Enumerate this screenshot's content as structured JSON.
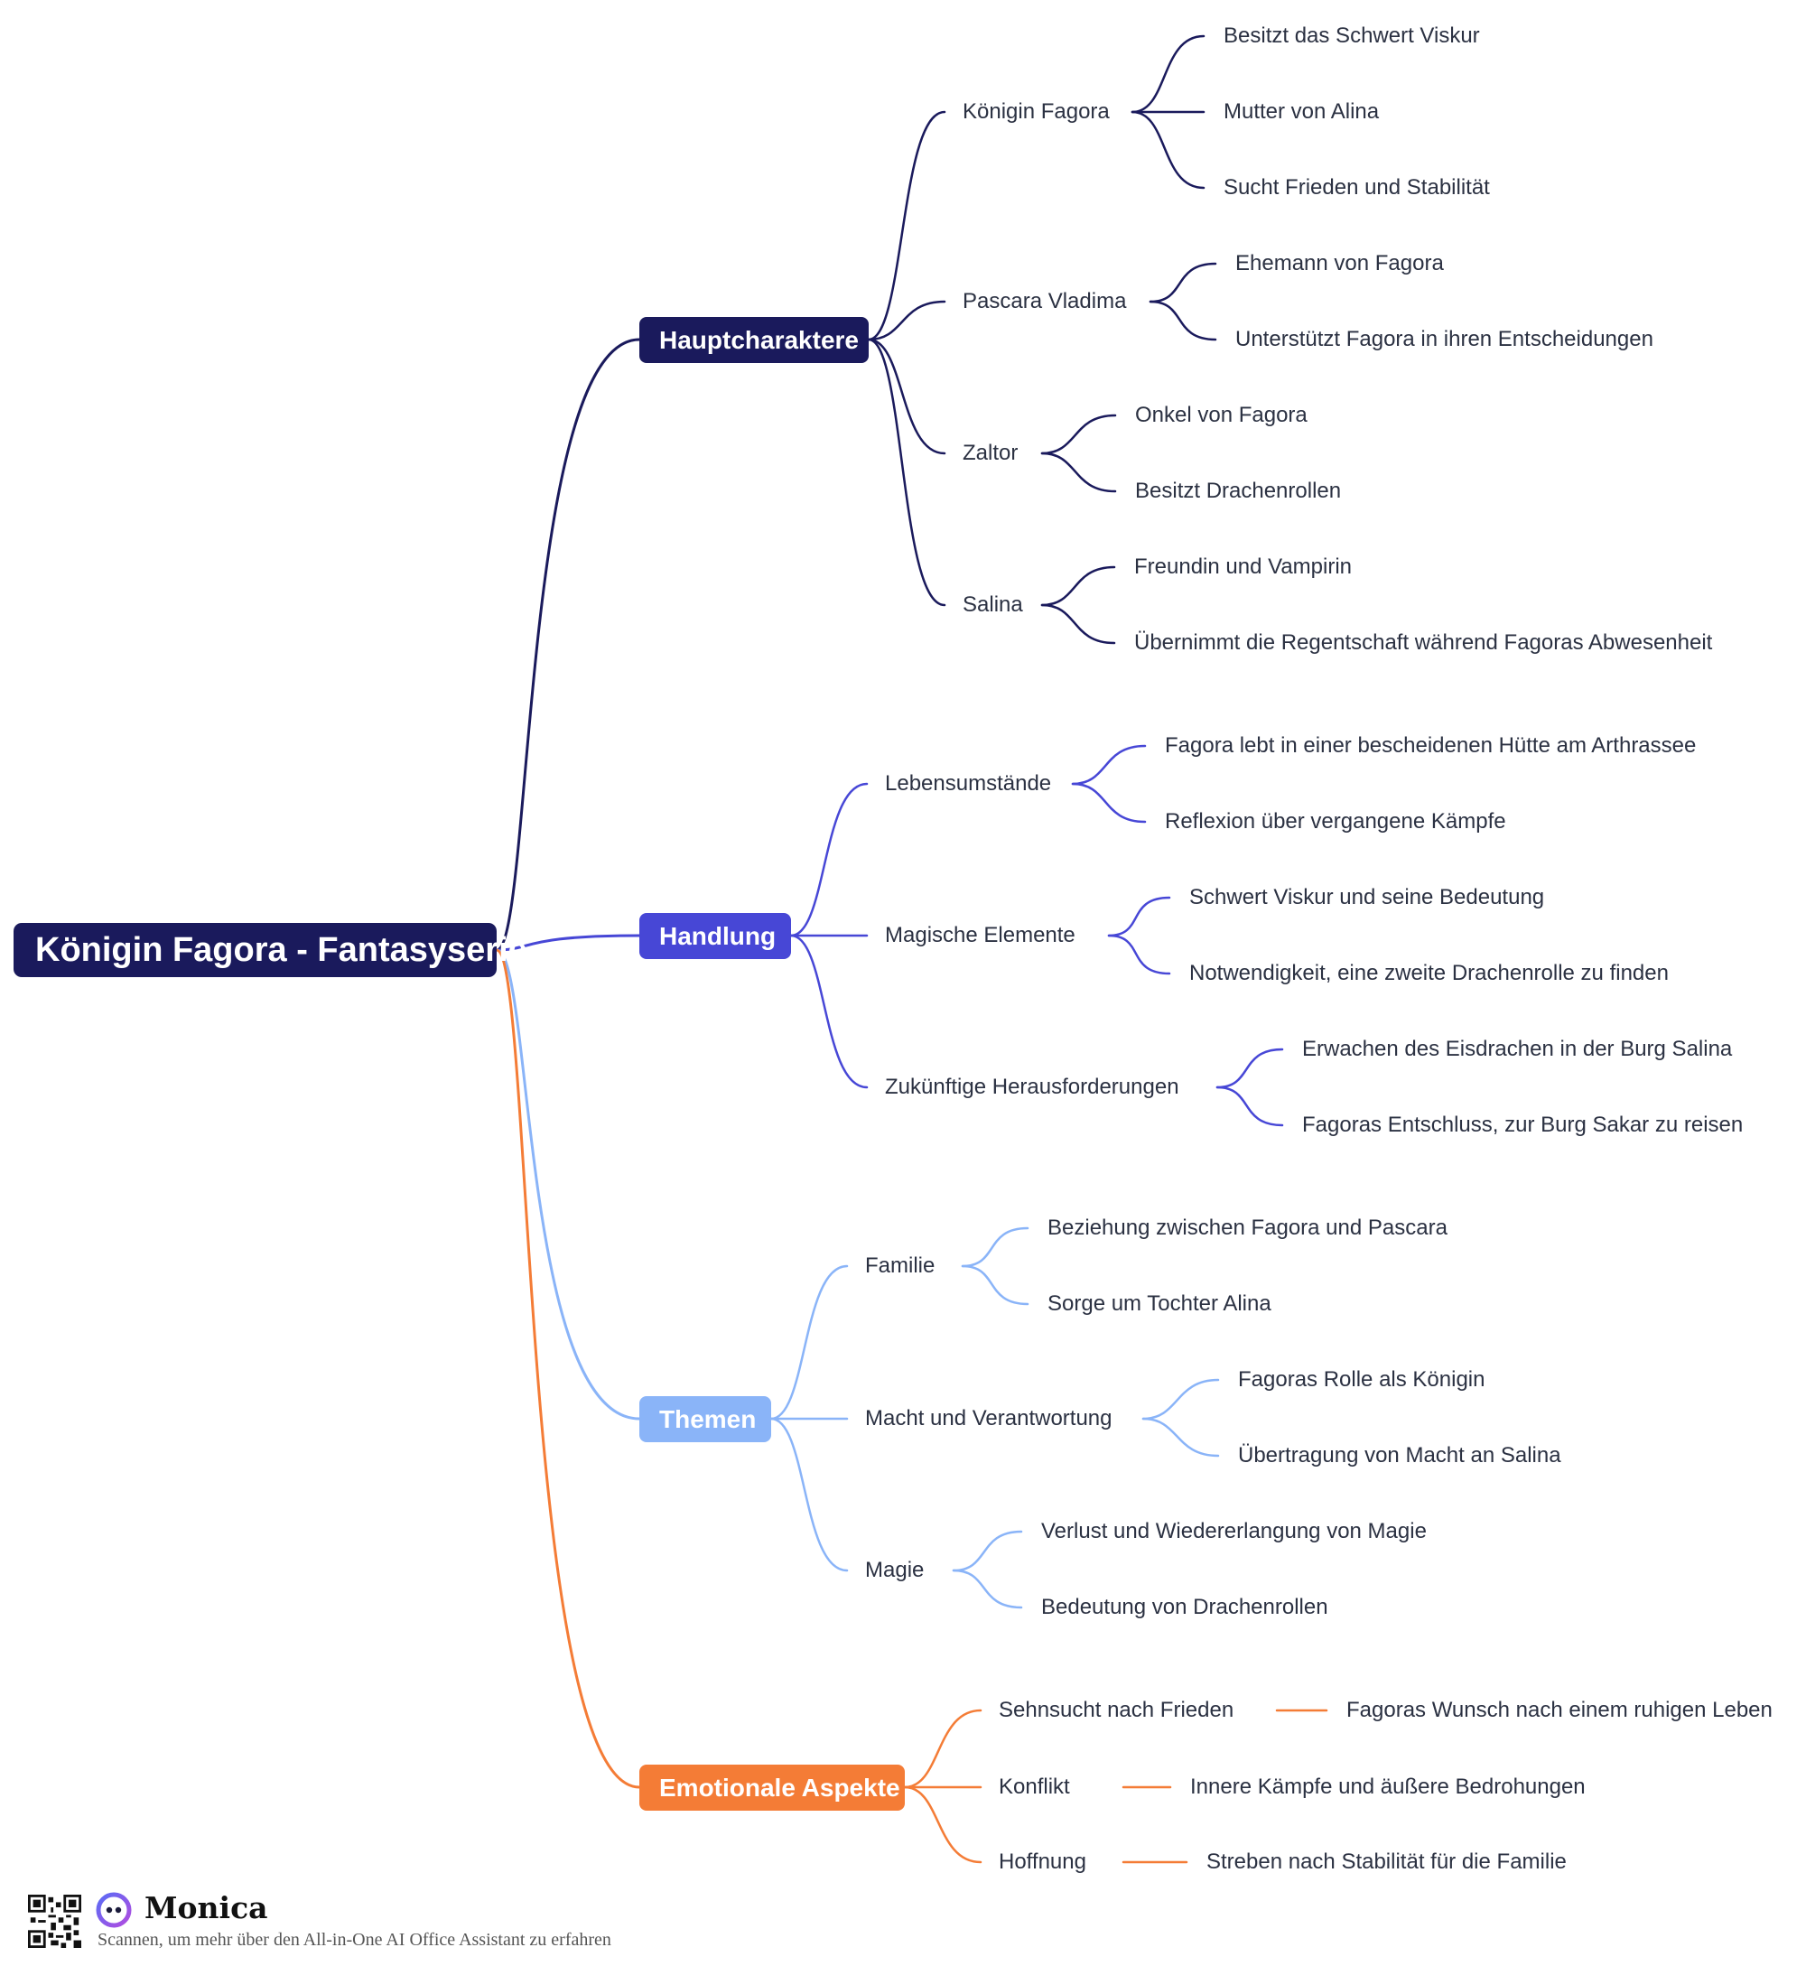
{
  "mindmap": {
    "root": {
      "label": "Königin Fagora - Fantasyserie",
      "color": "#1a1a5c"
    },
    "branches": [
      {
        "label": "Hauptcharaktere",
        "color": "#1a1a5c",
        "children": [
          {
            "label": "Königin Fagora",
            "children": [
              "Besitzt das Schwert Viskur",
              "Mutter von Alina",
              "Sucht Frieden und Stabilität"
            ]
          },
          {
            "label": "Pascara Vladima",
            "children": [
              "Ehemann von Fagora",
              "Unterstützt Fagora in ihren Entscheidungen"
            ]
          },
          {
            "label": "Zaltor",
            "children": [
              "Onkel von Fagora",
              "Besitzt Drachenrollen"
            ]
          },
          {
            "label": "Salina",
            "children": [
              "Freundin und Vampirin",
              "Übernimmt die Regentschaft während Fagoras Abwesenheit"
            ]
          }
        ]
      },
      {
        "label": "Handlung",
        "color": "#4747d6",
        "children": [
          {
            "label": "Lebensumstände",
            "children": [
              "Fagora lebt in einer bescheidenen Hütte am Arthrassee",
              "Reflexion über vergangene Kämpfe"
            ]
          },
          {
            "label": "Magische Elemente",
            "children": [
              "Schwert Viskur und seine Bedeutung",
              "Notwendigkeit, eine zweite Drachenrolle zu finden"
            ]
          },
          {
            "label": "Zukünftige Herausforderungen",
            "children": [
              "Erwachen des Eisdrachen in der Burg Salina",
              "Fagoras Entschluss, zur Burg Sakar zu reisen"
            ]
          }
        ]
      },
      {
        "label": "Themen",
        "color": "#8ab4f8",
        "children": [
          {
            "label": "Familie",
            "children": [
              "Beziehung zwischen Fagora und Pascara",
              "Sorge um Tochter Alina"
            ]
          },
          {
            "label": "Macht und Verantwortung",
            "children": [
              "Fagoras Rolle als Königin",
              "Übertragung von Macht an Salina"
            ]
          },
          {
            "label": "Magie",
            "children": [
              "Verlust und Wiedererlangung von Magie",
              "Bedeutung von Drachenrollen"
            ]
          }
        ]
      },
      {
        "label": "Emotionale Aspekte",
        "color": "#f47c36",
        "children": [
          {
            "label": "Sehnsucht nach Frieden",
            "children": [
              "Fagoras Wunsch nach einem ruhigen Leben"
            ]
          },
          {
            "label": "Konflikt",
            "children": [
              "Innere Kämpfe und äußere Bedrohungen"
            ]
          },
          {
            "label": "Hoffnung",
            "children": [
              "Streben nach Stabilität für die Familie"
            ]
          }
        ]
      }
    ]
  },
  "footer": {
    "brand": "Monica",
    "subtitle": "Scannen, um mehr über den All-in-One AI Office Assistant zu erfahren",
    "qr_icon": "qr-code-icon",
    "logo_icon": "monica-logo-icon"
  }
}
